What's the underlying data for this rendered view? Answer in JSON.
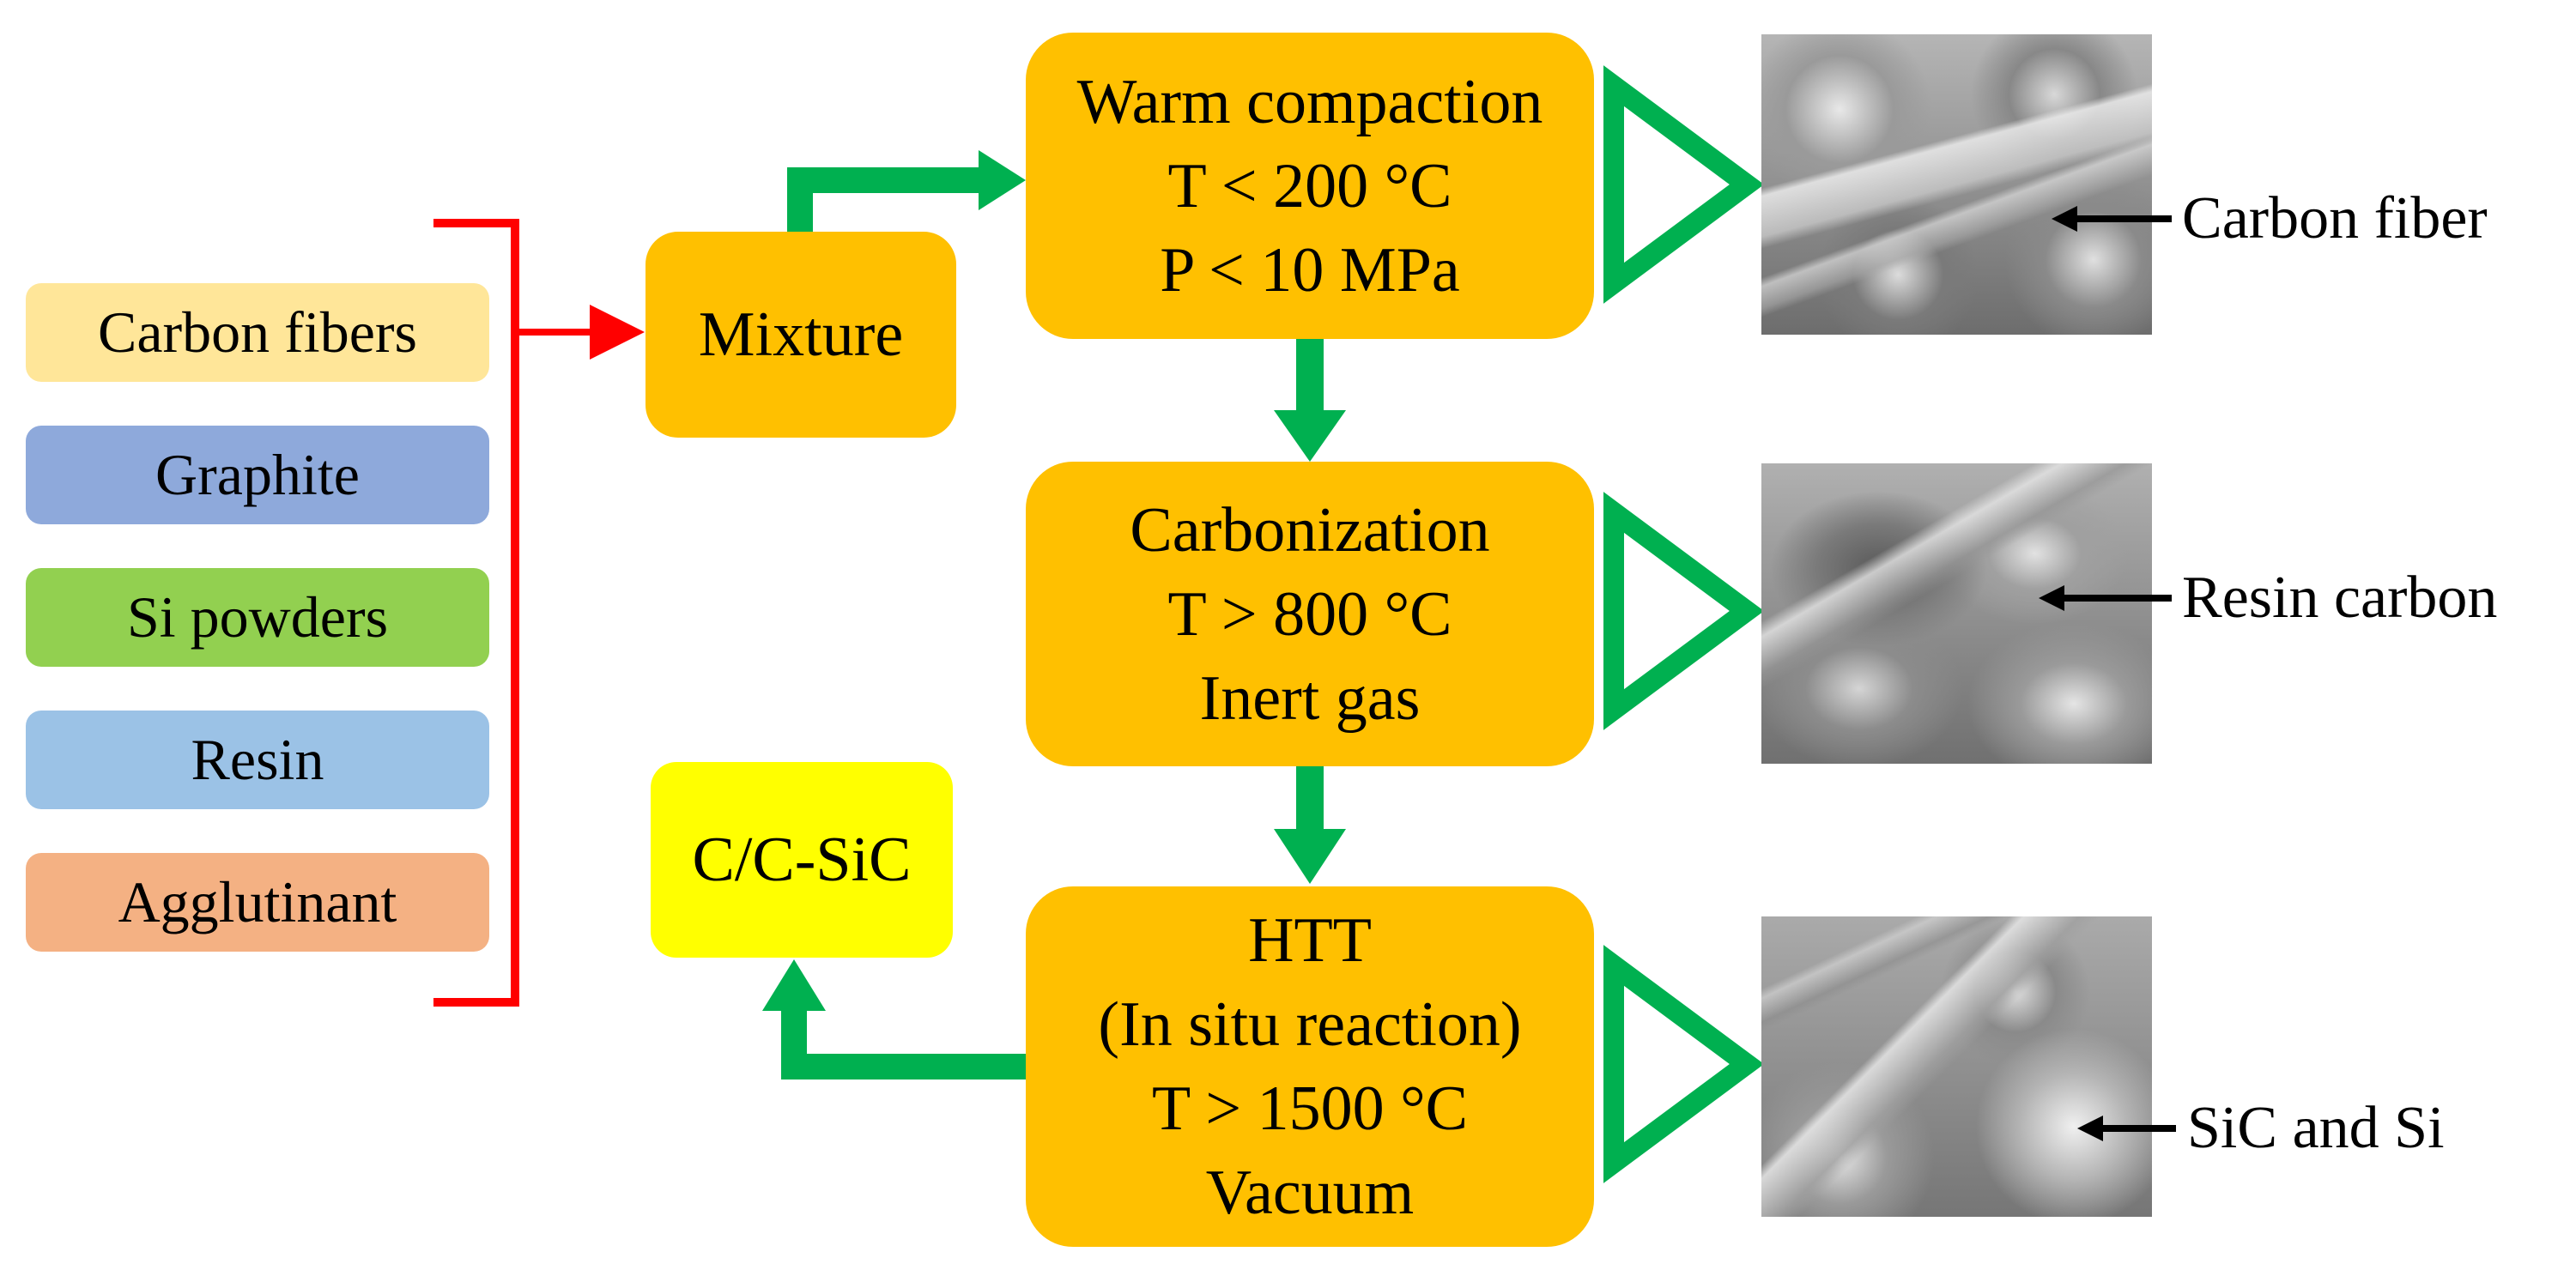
{
  "inputs": [
    {
      "label": "Carbon fibers",
      "color": "#FFE699"
    },
    {
      "label": "Graphite",
      "color": "#8EA9DB"
    },
    {
      "label": "Si powders",
      "color": "#92D050"
    },
    {
      "label": "Resin",
      "color": "#9BC2E6"
    },
    {
      "label": "Agglutinant",
      "color": "#F4B183"
    }
  ],
  "mixture": {
    "label": "Mixture"
  },
  "product": {
    "label": "C/C-SiC",
    "color": "#FFFF00"
  },
  "stages": [
    {
      "lines": [
        "Warm compaction",
        "T < 200 °C",
        "P < 10 MPa"
      ]
    },
    {
      "lines": [
        "Carbonization",
        "T > 800 °C",
        "Inert gas"
      ]
    },
    {
      "lines": [
        "HTT",
        "(In situ reaction)",
        "T > 1500 °C",
        "Vacuum"
      ]
    }
  ],
  "micrographs": [
    {
      "label": "Carbon fiber"
    },
    {
      "label": "Resin carbon"
    },
    {
      "label": "SiC and Si"
    }
  ],
  "colors": {
    "stage": "#FFC000",
    "arrow": "#00B050",
    "bracket": "#FF0000"
  }
}
